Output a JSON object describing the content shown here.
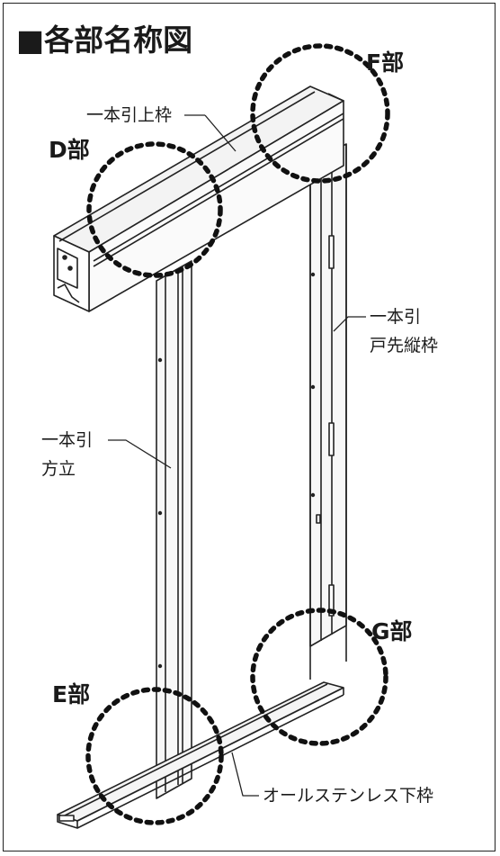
{
  "title": "■各部名称図",
  "detail_marks": {
    "d": "D部",
    "f": "F部",
    "e": "E部",
    "g": "G部"
  },
  "parts": {
    "head_frame": "一本引上枠",
    "door_edge_jamb_line1": "一本引",
    "door_edge_jamb_line2": "戸先縦枠",
    "mullion_line1": "一本引",
    "mullion_line2": "方立",
    "sill": "オールステンレス下枠"
  }
}
